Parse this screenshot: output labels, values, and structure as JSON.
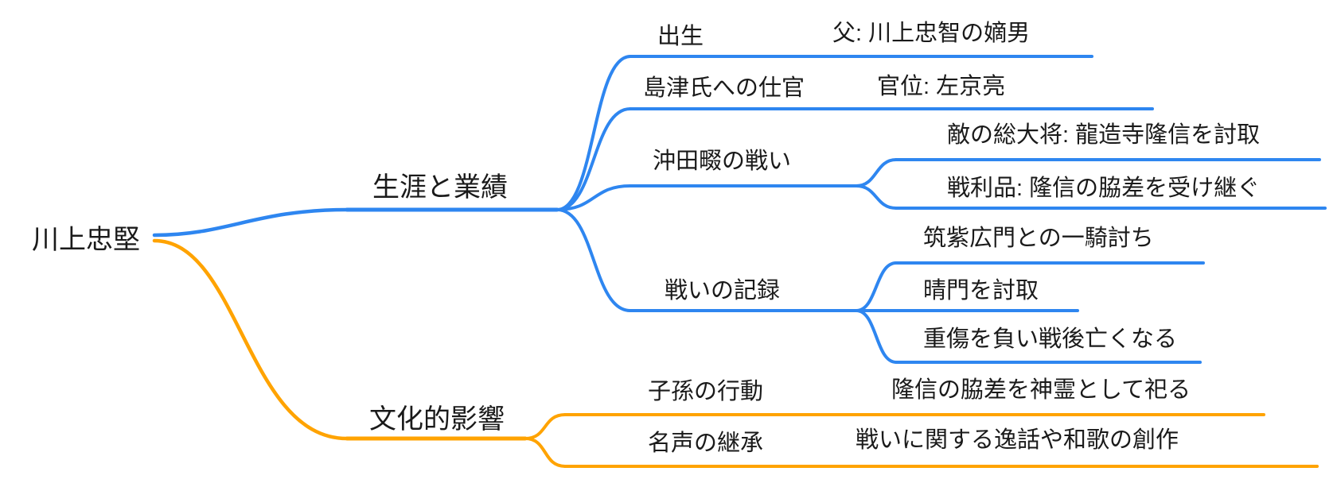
{
  "meta": {
    "diagram_type": "mindmap",
    "background": "#ffffff"
  },
  "colors": {
    "branch_life": "#2E86F0",
    "branch_culture": "#FFA300",
    "text": "#1a1a1a"
  },
  "mindmap": {
    "root": {
      "label": "川上忠堅"
    },
    "branches": [
      {
        "label": "生涯と業績",
        "color": "#2E86F0",
        "children": [
          {
            "label": "出生",
            "children": [
              {
                "label": "父: 川上忠智の嫡男"
              }
            ]
          },
          {
            "label": "島津氏への仕官",
            "children": [
              {
                "label": "官位: 左京亮"
              }
            ]
          },
          {
            "label": "沖田畷の戦い",
            "children": [
              {
                "label": "敵の総大将: 龍造寺隆信を討取"
              },
              {
                "label": "戦利品: 隆信の脇差を受け継ぐ"
              }
            ]
          },
          {
            "label": "戦いの記録",
            "children": [
              {
                "label": "筑紫広門との一騎討ち"
              },
              {
                "label": "晴門を討取"
              },
              {
                "label": "重傷を負い戦後亡くなる"
              }
            ]
          }
        ]
      },
      {
        "label": "文化的影響",
        "color": "#FFA300",
        "children": [
          {
            "label": "子孫の行動",
            "children": [
              {
                "label": "隆信の脇差を神霊として祀る"
              }
            ]
          },
          {
            "label": "名声の継承",
            "children": [
              {
                "label": "戦いに関する逸話や和歌の創作"
              }
            ]
          }
        ]
      }
    ]
  }
}
